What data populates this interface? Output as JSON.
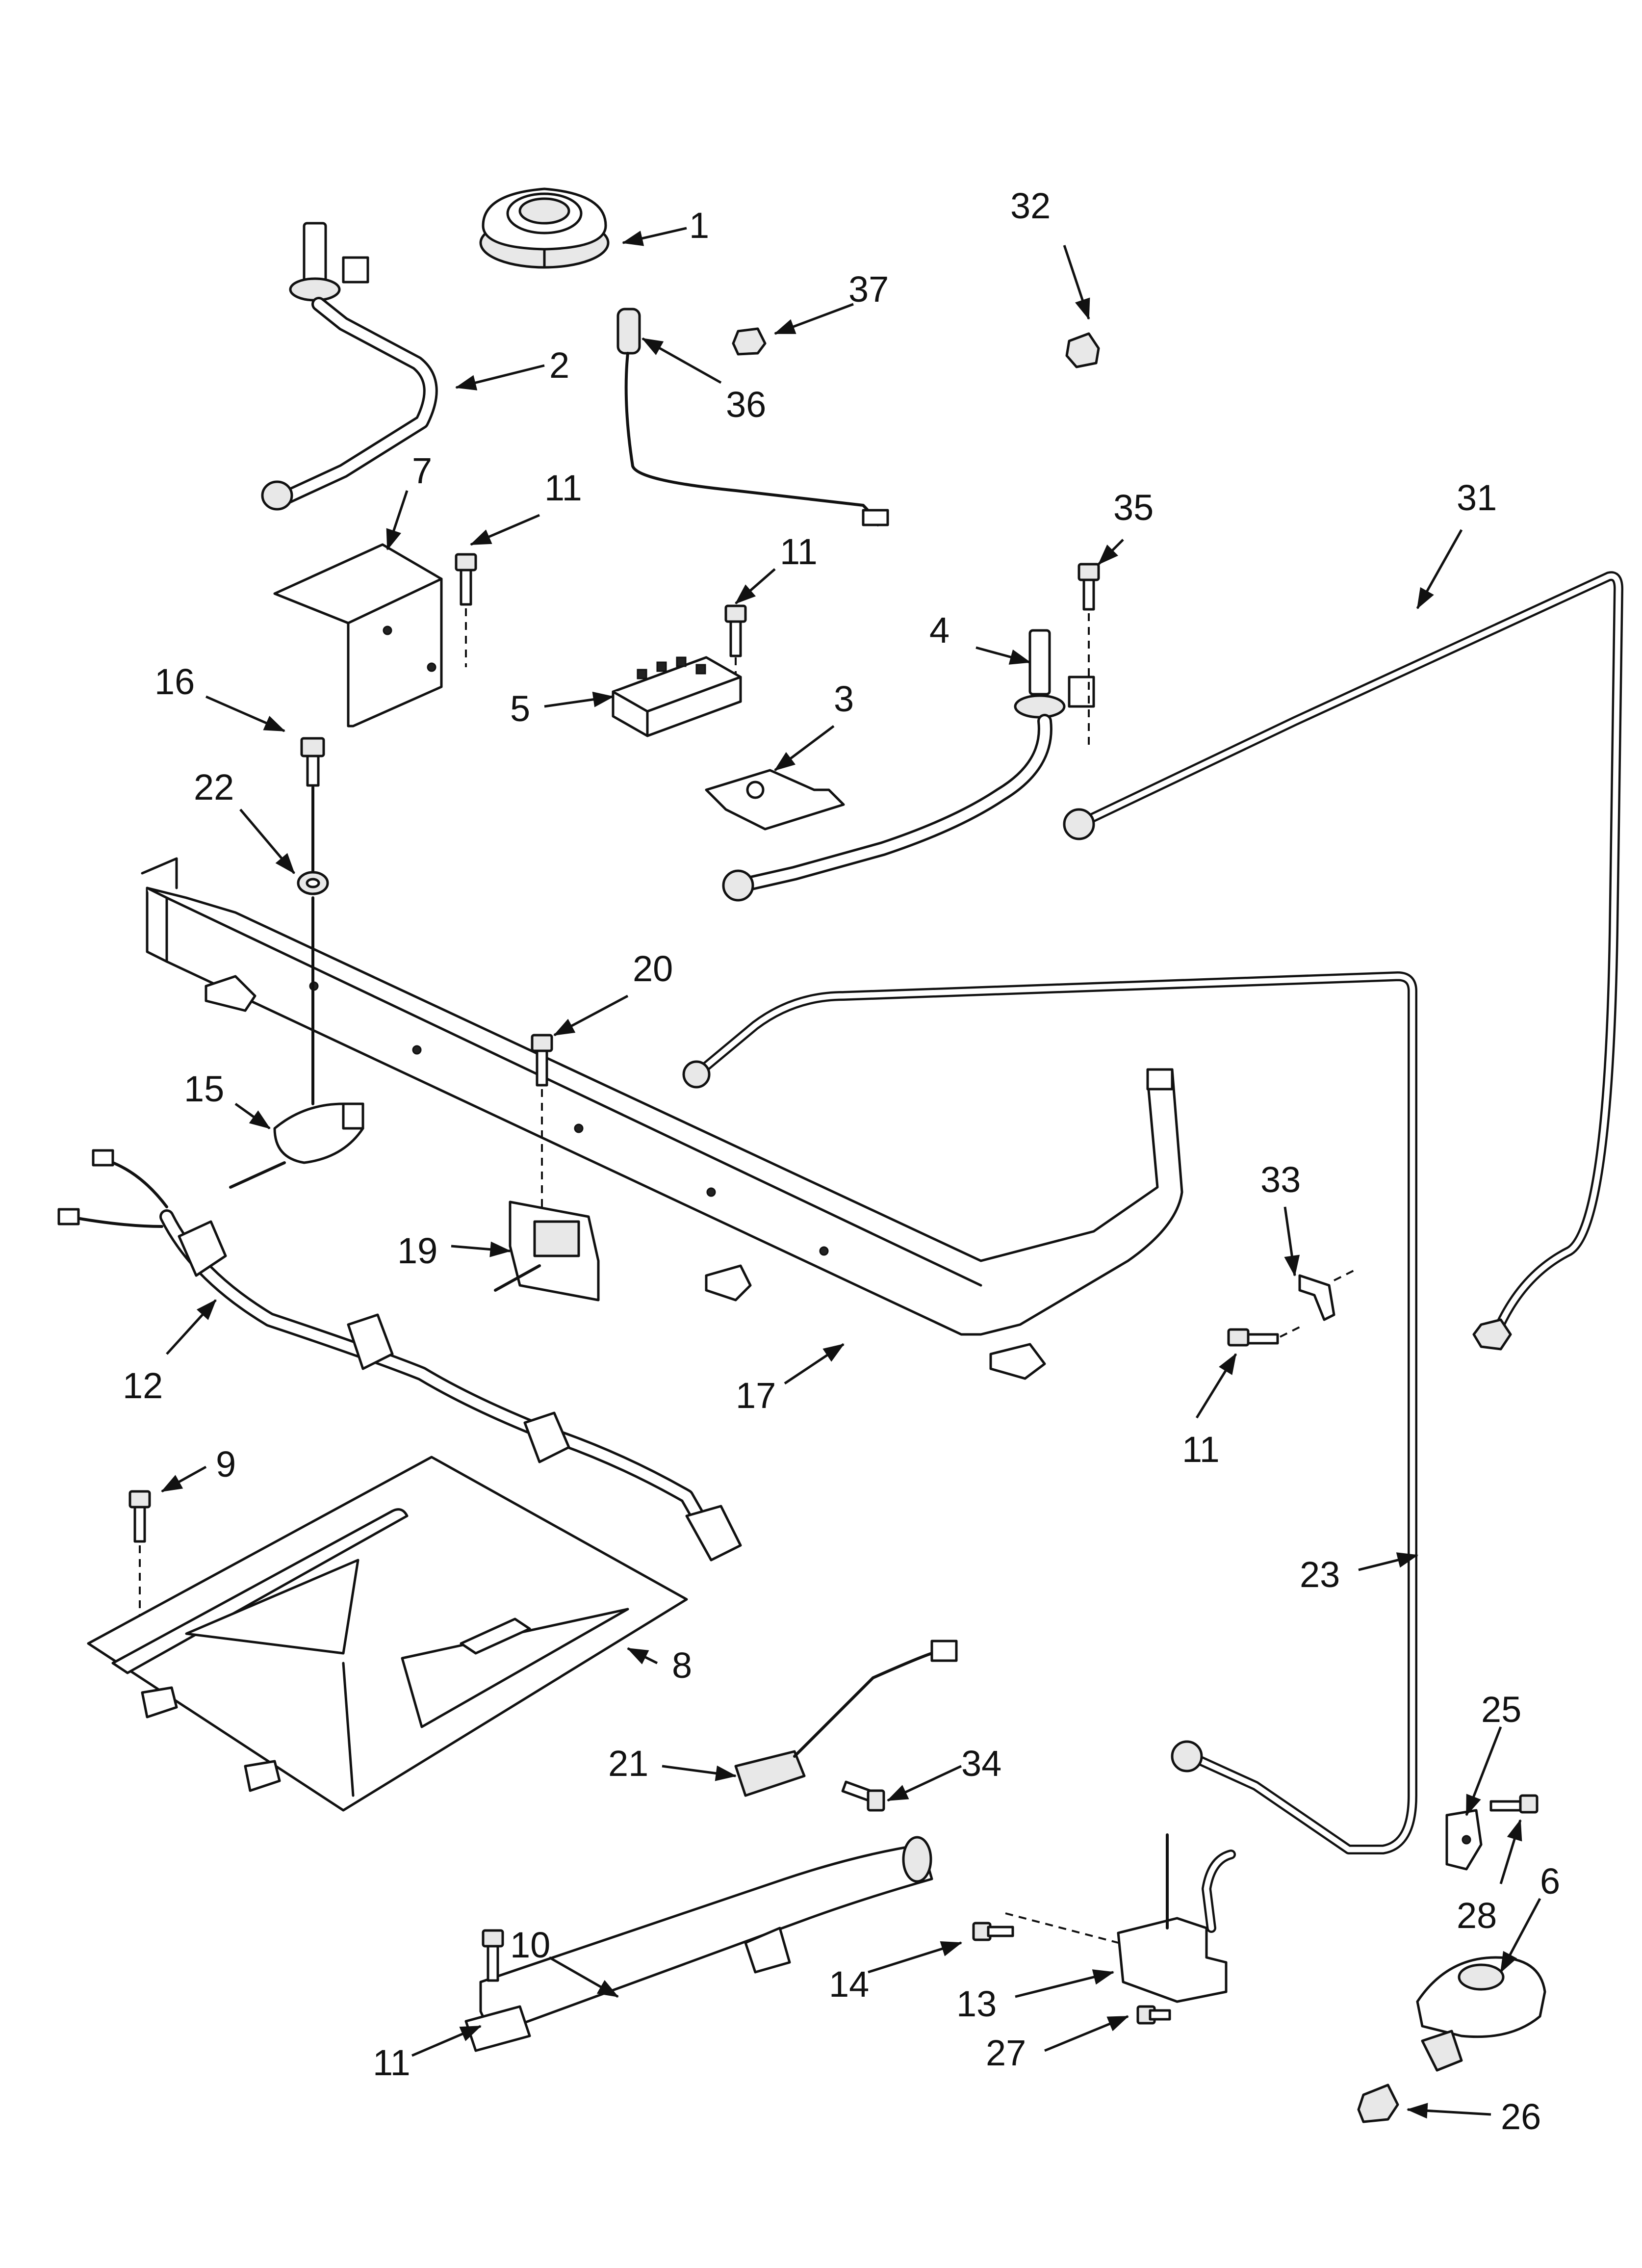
{
  "callouts": {
    "c1": "1",
    "c2": "2",
    "c3": "3",
    "c4": "4",
    "c5": "5",
    "c6": "6",
    "c7": "7",
    "c8": "8",
    "c9": "9",
    "c10": "10",
    "c11a": "11",
    "c11b": "11",
    "c11c": "11",
    "c11d": "11",
    "c12": "12",
    "c13": "13",
    "c14": "14",
    "c15": "15",
    "c16": "16",
    "c17": "17",
    "c19": "19",
    "c20": "20",
    "c21": "21",
    "c22": "22",
    "c23": "23",
    "c25": "25",
    "c26": "26",
    "c27": "27",
    "c28": "28",
    "c31": "31",
    "c32": "32",
    "c33": "33",
    "c34": "34",
    "c35": "35",
    "c36": "36",
    "c37": "37"
  }
}
